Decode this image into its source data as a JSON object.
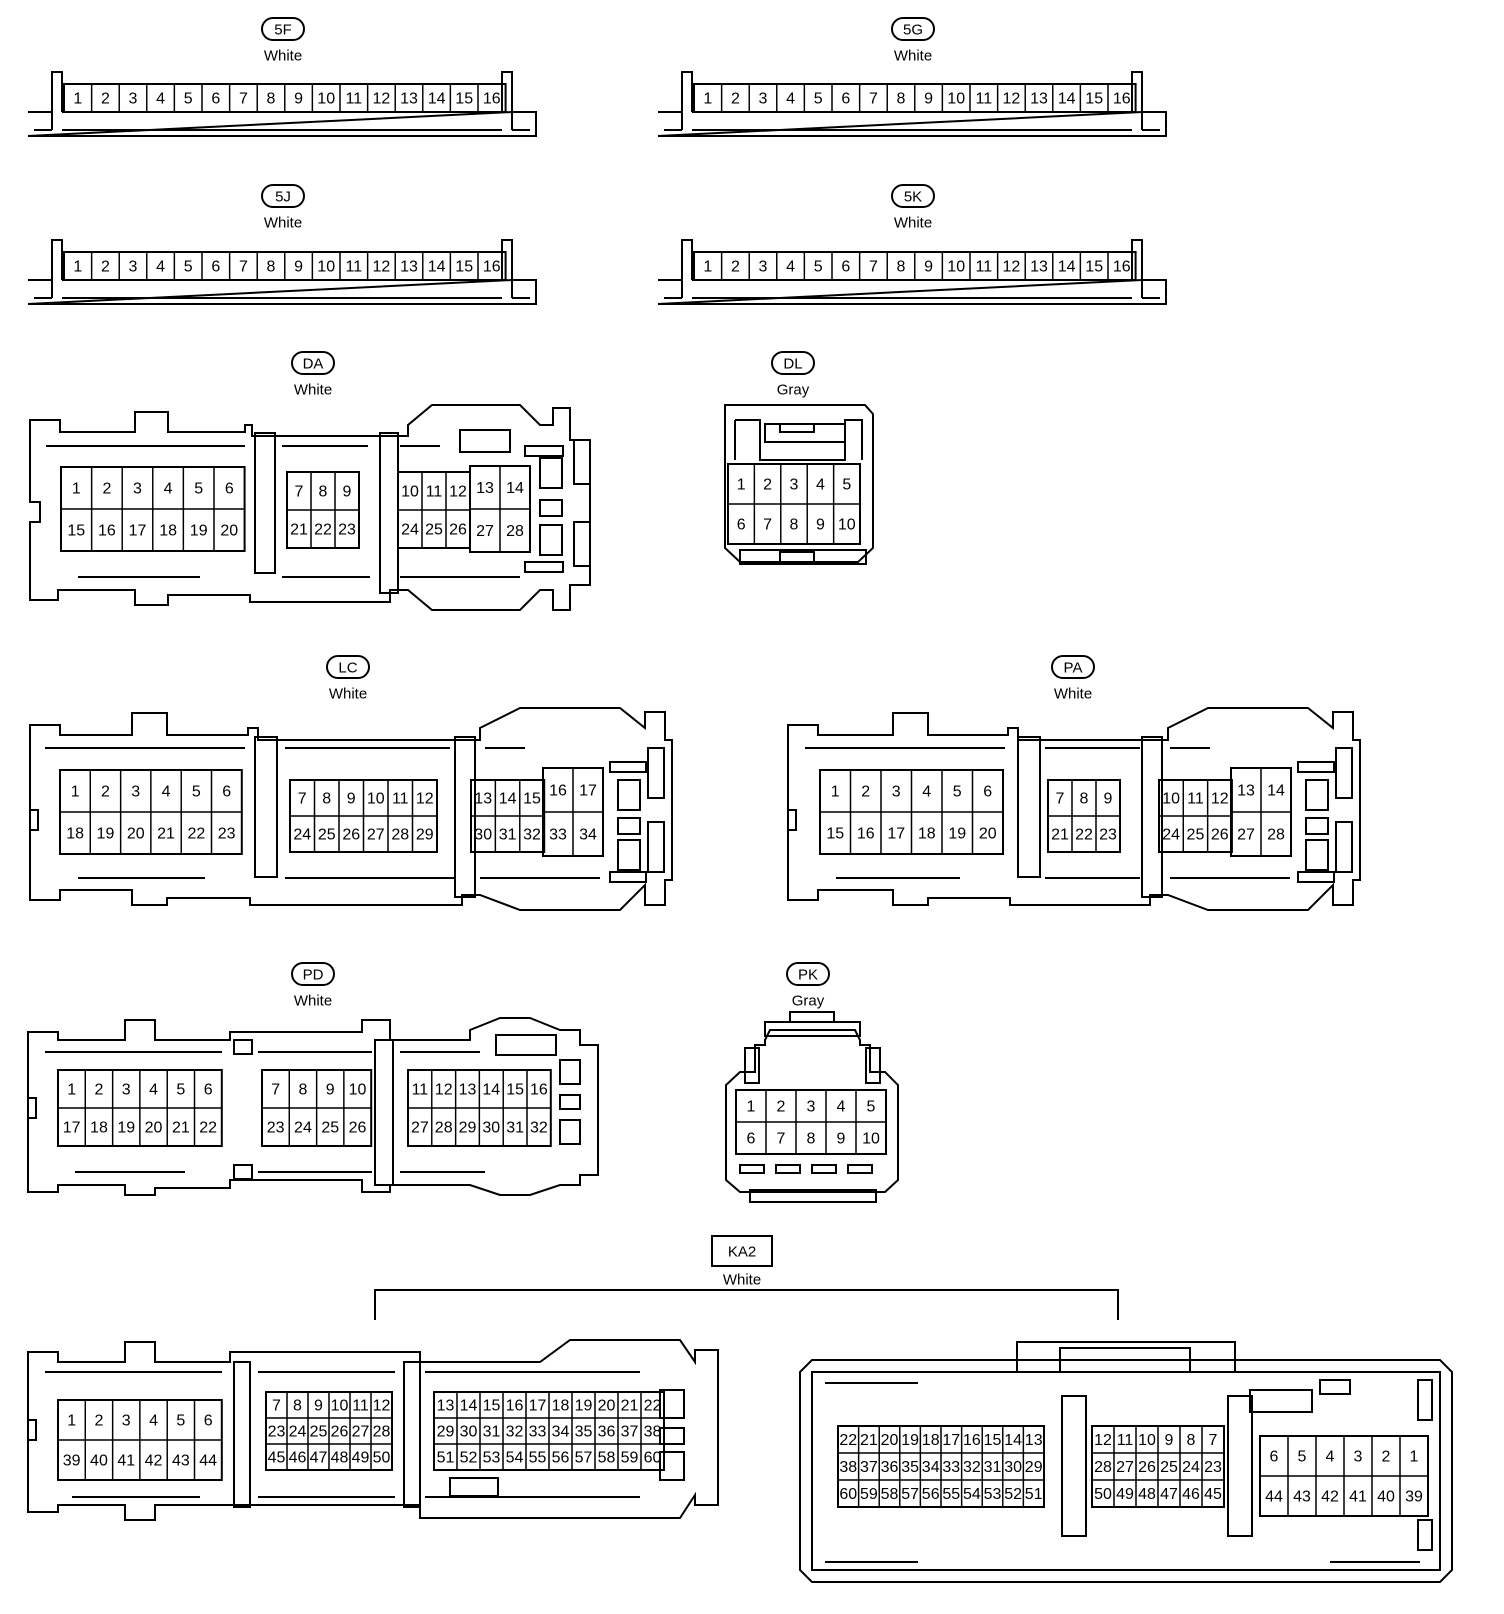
{
  "connectors": [
    {
      "id": "5F",
      "color": "White",
      "style": "pill"
    },
    {
      "id": "5G",
      "color": "White",
      "style": "pill"
    },
    {
      "id": "5J",
      "color": "White",
      "style": "pill"
    },
    {
      "id": "5K",
      "color": "White",
      "style": "pill"
    },
    {
      "id": "DA",
      "color": "White",
      "style": "pill"
    },
    {
      "id": "DL",
      "color": "Gray",
      "style": "pill"
    },
    {
      "id": "LC",
      "color": "White",
      "style": "pill"
    },
    {
      "id": "PA",
      "color": "White",
      "style": "pill"
    },
    {
      "id": "PD",
      "color": "White",
      "style": "pill"
    },
    {
      "id": "PK",
      "color": "Gray",
      "style": "pill"
    },
    {
      "id": "KA2",
      "color": "White",
      "style": "box"
    }
  ],
  "pins": {
    "row16": [
      "1",
      "2",
      "3",
      "4",
      "5",
      "6",
      "7",
      "8",
      "9",
      "10",
      "11",
      "12",
      "13",
      "14",
      "15",
      "16"
    ],
    "DA": {
      "a": [
        [
          "1",
          "2",
          "3",
          "4",
          "5",
          "6"
        ],
        [
          "15",
          "16",
          "17",
          "18",
          "19",
          "20"
        ]
      ],
      "b": [
        [
          "7",
          "8",
          "9"
        ],
        [
          "21",
          "22",
          "23"
        ]
      ],
      "c": [
        [
          "10",
          "11",
          "12"
        ],
        [
          "24",
          "25",
          "26"
        ]
      ],
      "d": [
        [
          "13",
          "14"
        ],
        [
          "27",
          "28"
        ]
      ]
    },
    "DL": [
      [
        "1",
        "2",
        "3",
        "4",
        "5"
      ],
      [
        "6",
        "7",
        "8",
        "9",
        "10"
      ]
    ],
    "LC": {
      "a": [
        [
          "1",
          "2",
          "3",
          "4",
          "5",
          "6"
        ],
        [
          "18",
          "19",
          "20",
          "21",
          "22",
          "23"
        ]
      ],
      "b": [
        [
          "7",
          "8",
          "9",
          "10",
          "11",
          "12"
        ],
        [
          "24",
          "25",
          "26",
          "27",
          "28",
          "29"
        ]
      ],
      "c": [
        [
          "13",
          "14",
          "15"
        ],
        [
          "30",
          "31",
          "32"
        ]
      ],
      "d": [
        [
          "16",
          "17"
        ],
        [
          "33",
          "34"
        ]
      ]
    },
    "PA": {
      "a": [
        [
          "1",
          "2",
          "3",
          "4",
          "5",
          "6"
        ],
        [
          "15",
          "16",
          "17",
          "18",
          "19",
          "20"
        ]
      ],
      "b": [
        [
          "7",
          "8",
          "9"
        ],
        [
          "21",
          "22",
          "23"
        ]
      ],
      "c": [
        [
          "10",
          "11",
          "12"
        ],
        [
          "24",
          "25",
          "26"
        ]
      ],
      "d": [
        [
          "13",
          "14"
        ],
        [
          "27",
          "28"
        ]
      ]
    },
    "PD": {
      "a": [
        [
          "1",
          "2",
          "3",
          "4",
          "5",
          "6"
        ],
        [
          "17",
          "18",
          "19",
          "20",
          "21",
          "22"
        ]
      ],
      "b": [
        [
          "7",
          "8",
          "9",
          "10"
        ],
        [
          "23",
          "24",
          "25",
          "26"
        ]
      ],
      "c": [
        [
          "11",
          "12",
          "13",
          "14",
          "15",
          "16"
        ],
        [
          "27",
          "28",
          "29",
          "30",
          "31",
          "32"
        ]
      ]
    },
    "PK": [
      [
        "1",
        "2",
        "3",
        "4",
        "5"
      ],
      [
        "6",
        "7",
        "8",
        "9",
        "10"
      ]
    ],
    "KA2_left": {
      "a": [
        [
          "1",
          "2",
          "3",
          "4",
          "5",
          "6"
        ],
        [
          "39",
          "40",
          "41",
          "42",
          "43",
          "44"
        ]
      ],
      "b": [
        [
          "7",
          "8",
          "9",
          "10",
          "11",
          "12"
        ],
        [
          "23",
          "24",
          "25",
          "26",
          "27",
          "28"
        ],
        [
          "45",
          "46",
          "47",
          "48",
          "49",
          "50"
        ]
      ],
      "c": [
        [
          "13",
          "14",
          "15",
          "16",
          "17",
          "18",
          "19",
          "20",
          "21",
          "22"
        ],
        [
          "29",
          "30",
          "31",
          "32",
          "33",
          "34",
          "35",
          "36",
          "37",
          "38"
        ],
        [
          "51",
          "52",
          "53",
          "54",
          "55",
          "56",
          "57",
          "58",
          "59",
          "60"
        ]
      ]
    },
    "KA2_right": {
      "a": [
        [
          "22",
          "21",
          "20",
          "19",
          "18",
          "17",
          "16",
          "15",
          "14",
          "13"
        ],
        [
          "38",
          "37",
          "36",
          "35",
          "34",
          "33",
          "32",
          "31",
          "30",
          "29"
        ],
        [
          "60",
          "59",
          "58",
          "57",
          "56",
          "55",
          "54",
          "53",
          "52",
          "51"
        ]
      ],
      "b": [
        [
          "12",
          "11",
          "10",
          "9",
          "8",
          "7"
        ],
        [
          "28",
          "27",
          "26",
          "25",
          "24",
          "23"
        ],
        [
          "50",
          "49",
          "48",
          "47",
          "46",
          "45"
        ]
      ],
      "c": [
        [
          "6",
          "5",
          "4",
          "3",
          "2",
          "1"
        ],
        [
          "44",
          "43",
          "42",
          "41",
          "40",
          "39"
        ]
      ]
    }
  }
}
